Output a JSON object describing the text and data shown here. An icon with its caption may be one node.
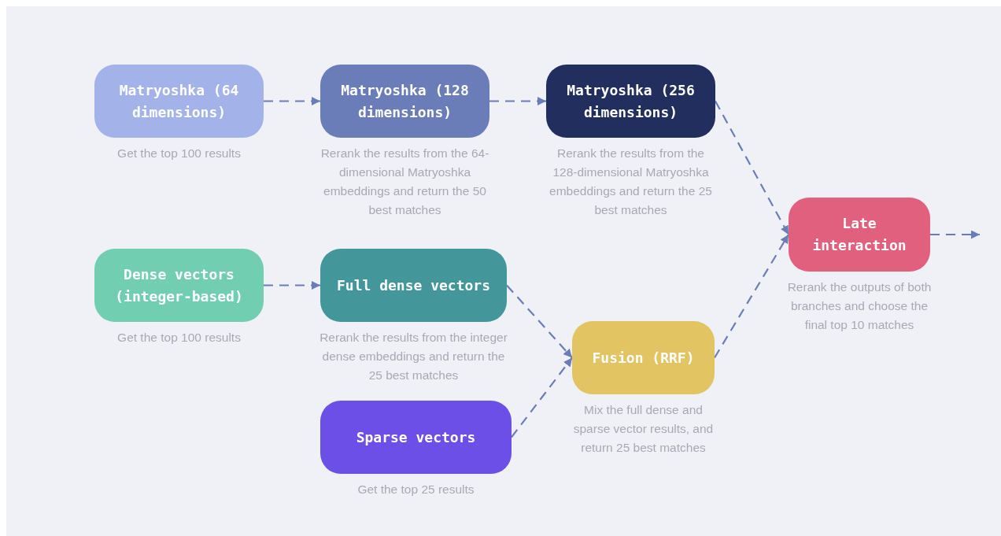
{
  "diagram": {
    "nodes": [
      {
        "text": [
          "Matryoshka (64 dimensions)"
        ],
        "beside": [
          "Get the top 100 results"
        ]
      },
      {
        "text": [
          "Matryoshka (128 dimensions)"
        ],
        "beside": [
          "Rerank the results from the 64-dimensional Matryoshka embeddings and return the 50 best matches"
        ]
      },
      {
        "text": [
          "Matryoshka (256 dimensions)"
        ],
        "beside": [
          "Rerank the results from the 128-dimensional Matryoshka embeddings and return the 25 best matches"
        ]
      },
      {
        "text": [
          "Late interaction"
        ],
        "beside": [
          "Rerank the outputs of both branches and choose the final top 10 matches"
        ]
      },
      {
        "text": [
          "Dense vectors (integer-based)"
        ],
        "beside": [
          "Get the top 100 results"
        ]
      },
      {
        "text": [
          "Full dense vectors"
        ],
        "beside": [
          "Rerank the results from the integer dense embeddings and return the 25 best matches"
        ]
      },
      {
        "text": [
          "Fusion (RRF)"
        ],
        "beside": [
          "Mix the full dense and sparse vector results, and return 25 best matches"
        ]
      },
      {
        "text": [
          "Sparse vectors"
        ],
        "beside": [
          "Get the top 25 results"
        ]
      }
    ],
    "edges": [
      {
        "from": 0,
        "to": 1,
        "arrow": "to",
        "style": "dashed"
      },
      {
        "from": 1,
        "to": 2,
        "arrow": "to",
        "style": "dashed"
      },
      {
        "from": 2,
        "to": 3,
        "arrow": "to",
        "style": "dashed"
      },
      {
        "from": 4,
        "to": 5,
        "arrow": "to",
        "style": "dashed"
      },
      {
        "from": 5,
        "to": 6,
        "arrow": "to",
        "style": "dashed"
      },
      {
        "from": 7,
        "to": 6,
        "arrow": "to",
        "style": "dashed"
      },
      {
        "from": 6,
        "to": 3,
        "arrow": "to",
        "style": "dashed"
      },
      {
        "from": 3,
        "to": null,
        "arrow": "to",
        "style": "dashed"
      }
    ]
  }
}
